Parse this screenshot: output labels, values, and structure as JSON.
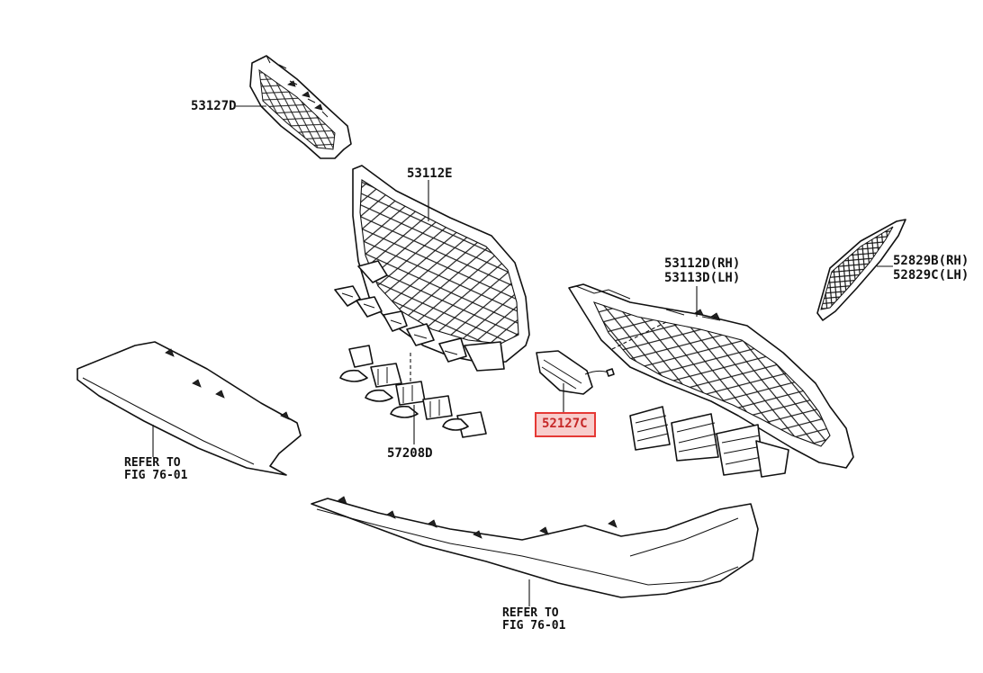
{
  "diagram": {
    "parts": [
      {
        "id": "53127D",
        "label": "53127D"
      },
      {
        "id": "53112E",
        "label": "53112E"
      },
      {
        "id": "53112D",
        "label": "53112D(RH)"
      },
      {
        "id": "53113D",
        "label": "53113D(LH)"
      },
      {
        "id": "52829B",
        "label": "52829B(RH)"
      },
      {
        "id": "52829C",
        "label": "52829C(LH)"
      },
      {
        "id": "57208D",
        "label": "57208D"
      },
      {
        "id": "52127C",
        "label": "52127C",
        "highlighted": true
      }
    ],
    "references": [
      {
        "line1": "REFER TO",
        "line2": "FIG 76-01"
      },
      {
        "line1": "REFER TO",
        "line2": "FIG 76-01"
      }
    ],
    "highlight_color": "#e53935"
  }
}
